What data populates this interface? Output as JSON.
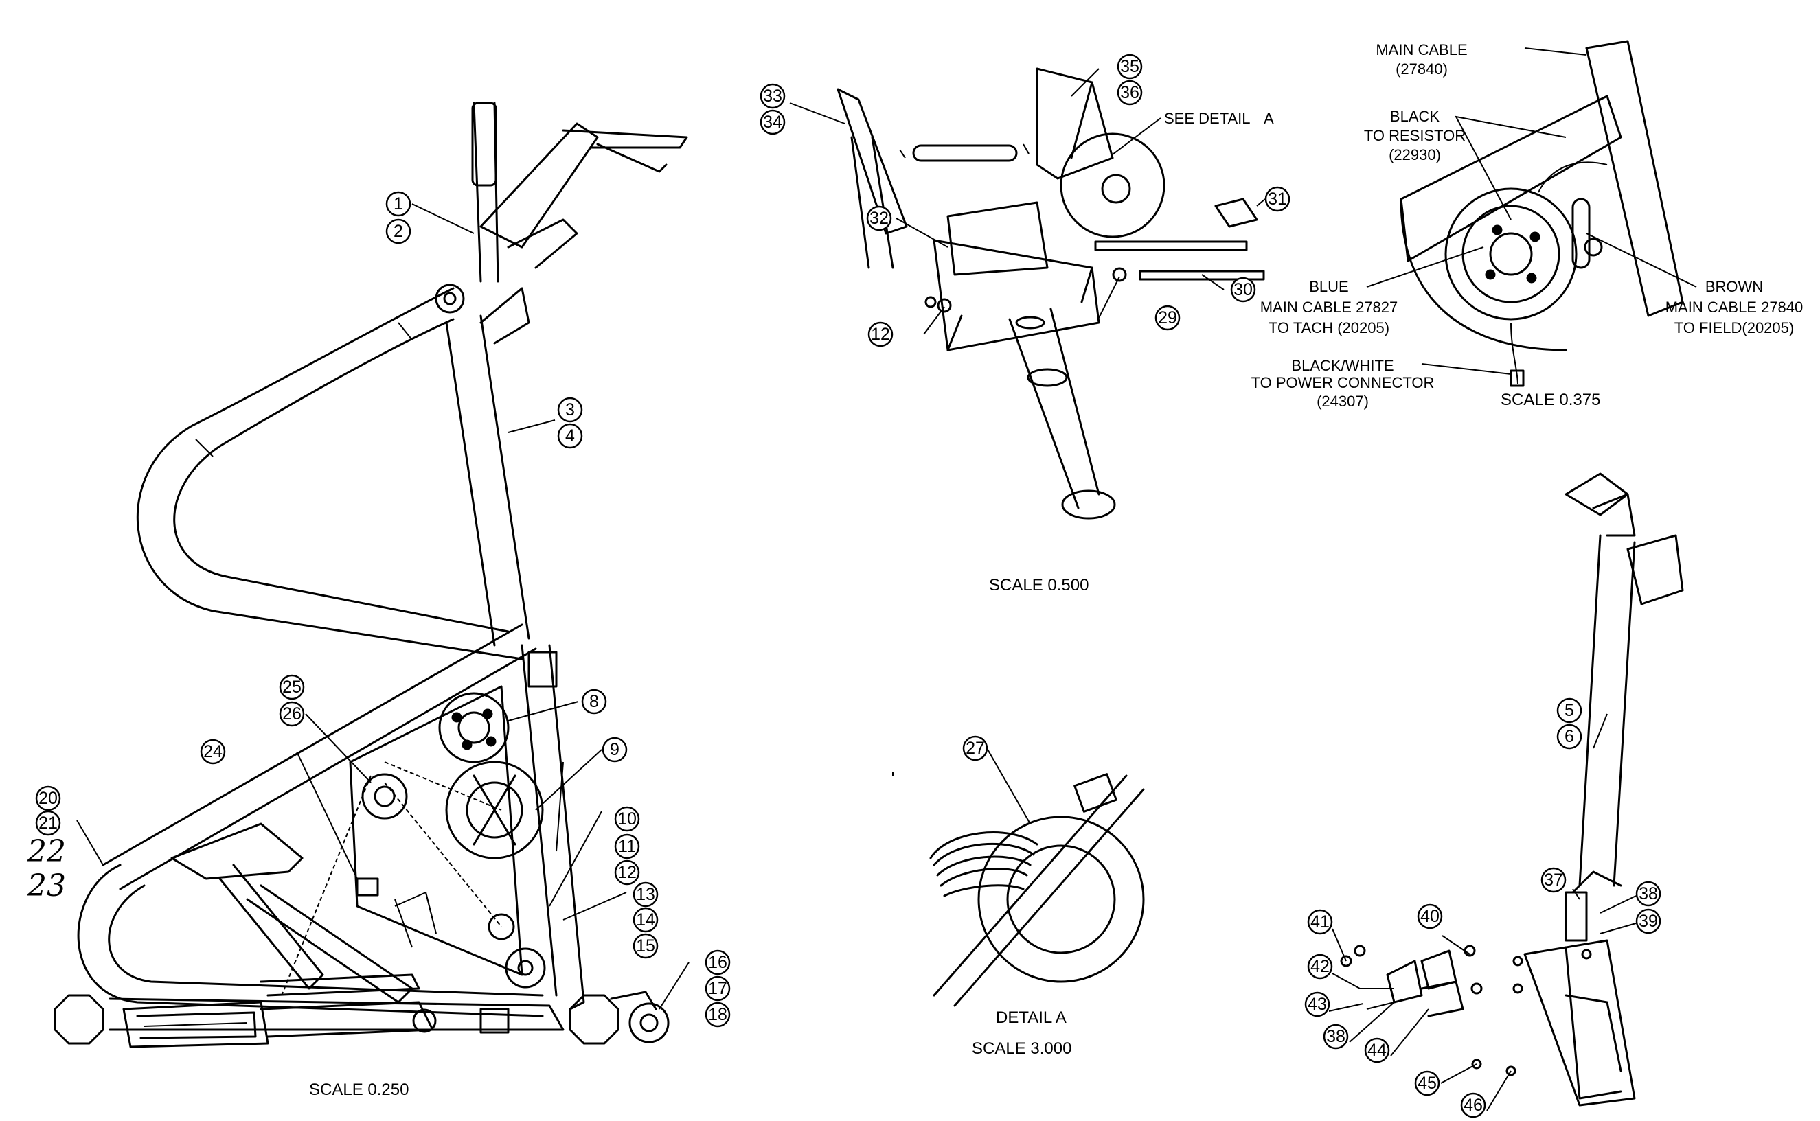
{
  "scales": {
    "main": "SCALE  0.250",
    "top_center": "SCALE       0.500",
    "top_right": "SCALE    0.375",
    "detail_scale": "SCALE    3.000"
  },
  "detail_title": "DETAIL    A",
  "see_detail": "SEE DETAIL",
  "see_detail_letter": "A",
  "handwritten": [
    "22",
    "23"
  ],
  "wiring_labels": {
    "main_cable": [
      "MAIN CABLE",
      "(27840)"
    ],
    "black": [
      "BLACK",
      "TO RESISTOR",
      "(22930)"
    ],
    "blue": [
      "BLUE",
      "MAIN CABLE 27827",
      "TO TACH (20205)"
    ],
    "brown": [
      "BROWN",
      "MAIN CABLE 27840",
      "TO FIELD(20205)"
    ],
    "black_white": [
      "BLACK/WHITE",
      "TO POWER CONNECTOR",
      "(24307)"
    ]
  },
  "balloons": {
    "b1": "1",
    "b2": "2",
    "b3": "3",
    "b4": "4",
    "b5": "5",
    "b6": "6",
    "b8": "8",
    "b9": "9",
    "b10": "10",
    "b11": "11",
    "b12": "12",
    "b13": "13",
    "b14": "14",
    "b15": "15",
    "b16": "16",
    "b17": "17",
    "b18": "18",
    "b20": "20",
    "b21": "21",
    "b24": "24",
    "b25": "25",
    "b26": "26",
    "b27": "27",
    "b12b": "12",
    "b29": "29",
    "b30": "30",
    "b31": "31",
    "b32": "32",
    "b33": "33",
    "b34": "34",
    "b35": "35",
    "b36": "36",
    "b37": "37",
    "b38": "38",
    "b38b": "38",
    "b39": "39",
    "b40": "40",
    "b41": "41",
    "b42": "42",
    "b43": "43",
    "b44": "44",
    "b45": "45",
    "b46": "46"
  }
}
